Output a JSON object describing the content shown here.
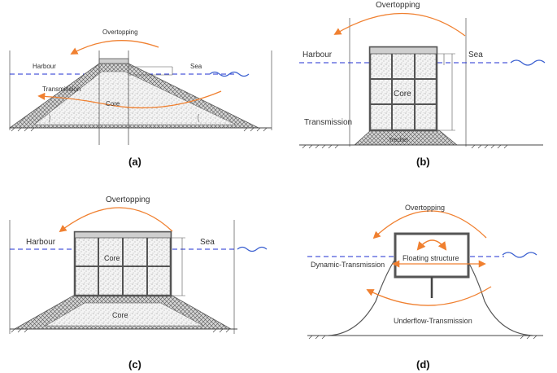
{
  "colors": {
    "arrow": "#f08030",
    "water": "#1f2fd0",
    "wave": "#3a5fd0",
    "line": "#555555"
  },
  "panels": {
    "a": {
      "caption": "(a)",
      "overtopping": "Overtopping",
      "harbour": "Harbour",
      "sea": "Sea",
      "transmission": "Transmission",
      "core": "Core"
    },
    "b": {
      "caption": "(b)",
      "overtopping": "Overtopping",
      "harbour": "Harbour",
      "sea": "Sea",
      "core": "Core",
      "transmission": "Transmission",
      "foundation": "Trechet"
    },
    "c": {
      "caption": "(c)",
      "overtopping": "Overtopping",
      "harbour": "Harbour",
      "sea": "Sea",
      "core_upper": "Core",
      "core_lower": "Core"
    },
    "d": {
      "caption": "(d)",
      "overtopping": "Overtopping",
      "floating": "Floating structure",
      "dynamic": "Dynamic-Transmission",
      "underflow": "Underflow-Transmission"
    }
  }
}
